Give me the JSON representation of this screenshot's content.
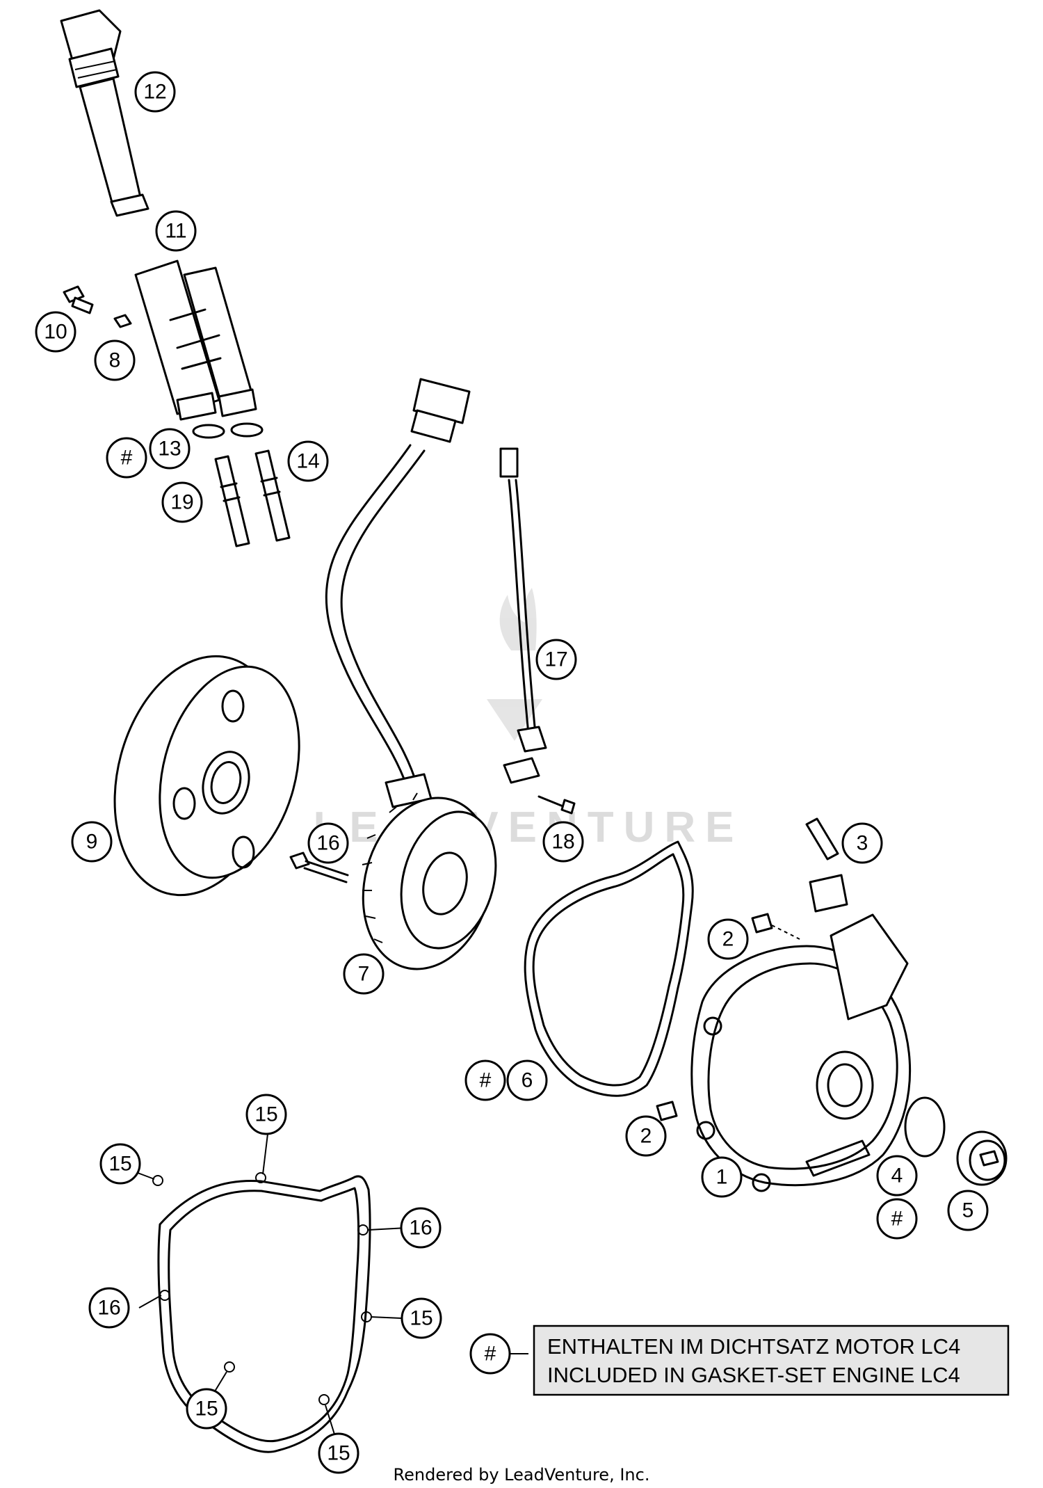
{
  "callouts": [
    {
      "label": "1"
    },
    {
      "label": "2"
    },
    {
      "label": "2"
    },
    {
      "label": "3"
    },
    {
      "label": "4"
    },
    {
      "label": "#"
    },
    {
      "label": "5"
    },
    {
      "label": "6"
    },
    {
      "label": "#"
    },
    {
      "label": "7"
    },
    {
      "label": "8"
    },
    {
      "label": "9"
    },
    {
      "label": "10"
    },
    {
      "label": "11"
    },
    {
      "label": "12"
    },
    {
      "label": "13"
    },
    {
      "label": "#"
    },
    {
      "label": "14"
    },
    {
      "label": "15"
    },
    {
      "label": "15"
    },
    {
      "label": "15"
    },
    {
      "label": "15"
    },
    {
      "label": "15"
    },
    {
      "label": "16"
    },
    {
      "label": "16"
    },
    {
      "label": "16"
    },
    {
      "label": "17"
    },
    {
      "label": "18"
    },
    {
      "label": "19"
    },
    {
      "label": "#"
    }
  ],
  "legend": {
    "symbol": "#",
    "line1": "ENTHALTEN IM DICHTSATZ MOTOR LC4",
    "line2": "INCLUDED IN GASKET-SET ENGINE LC4"
  },
  "watermark": "LEADVENTURE",
  "footer": "Rendered by LeadVenture, Inc."
}
